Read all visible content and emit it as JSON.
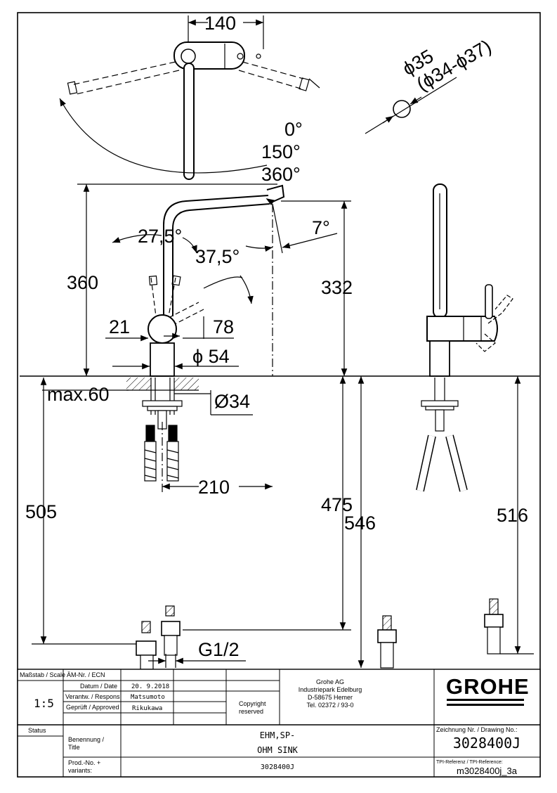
{
  "dimensions": {
    "d140": "140",
    "phi35": "ϕ35",
    "phi34_37": "(ϕ34-ϕ37)",
    "ang0": "0°",
    "ang150": "150°",
    "ang360": "360°",
    "d360": "360",
    "ang27_5": "27,5°",
    "ang37_5": "37,5°",
    "ang7": "7°",
    "d332": "332",
    "d21": "21",
    "d78": "78",
    "phi54": "ϕ 54",
    "max60": "max.60",
    "phi34": "Ø34",
    "d210": "210",
    "d505": "505",
    "d475": "475",
    "d546": "546",
    "d516": "516",
    "g12": "G1/2"
  },
  "title_block": {
    "scale_label": "Maßstab / Scale",
    "ecn_label": "ÄM-Nr. / ECN",
    "scale_value": "1:5",
    "date_label": "Datum / Date",
    "date_value": "20. 9.2018",
    "responsible_label": "Verantw. / Respons",
    "responsible_value": "Matsumoto",
    "approved_label": "Geprüft / Approved",
    "approved_value": "Rikukawa",
    "copyright_line1": "Copyright",
    "copyright_line2": "reserved",
    "company_line1": "Grohe AG",
    "company_line2": "Industriepark Edelburg",
    "company_line3": "D-58675 Hemer",
    "company_line4": "Tel. 02372 / 93-0",
    "logo": "GROHE",
    "status_label": "Status",
    "title_label_1": "Benennung /",
    "title_label_2": "Title",
    "title_line1": "EHM,SP-",
    "title_line2": "OHM SINK",
    "drawing_no_label": "Zeichnung Nr. / Drawing No.:",
    "drawing_no": "3028400J",
    "prodno_label_1": "Prod.-No. +",
    "prodno_label_2": "variants:",
    "prodno_value": "3028400J",
    "tpi_label": "TPI-Referenz / TPI-Reference:",
    "tpi_value": "m3028400j_3a"
  },
  "colors": {
    "line": "#000000",
    "paper": "#ffffff"
  }
}
